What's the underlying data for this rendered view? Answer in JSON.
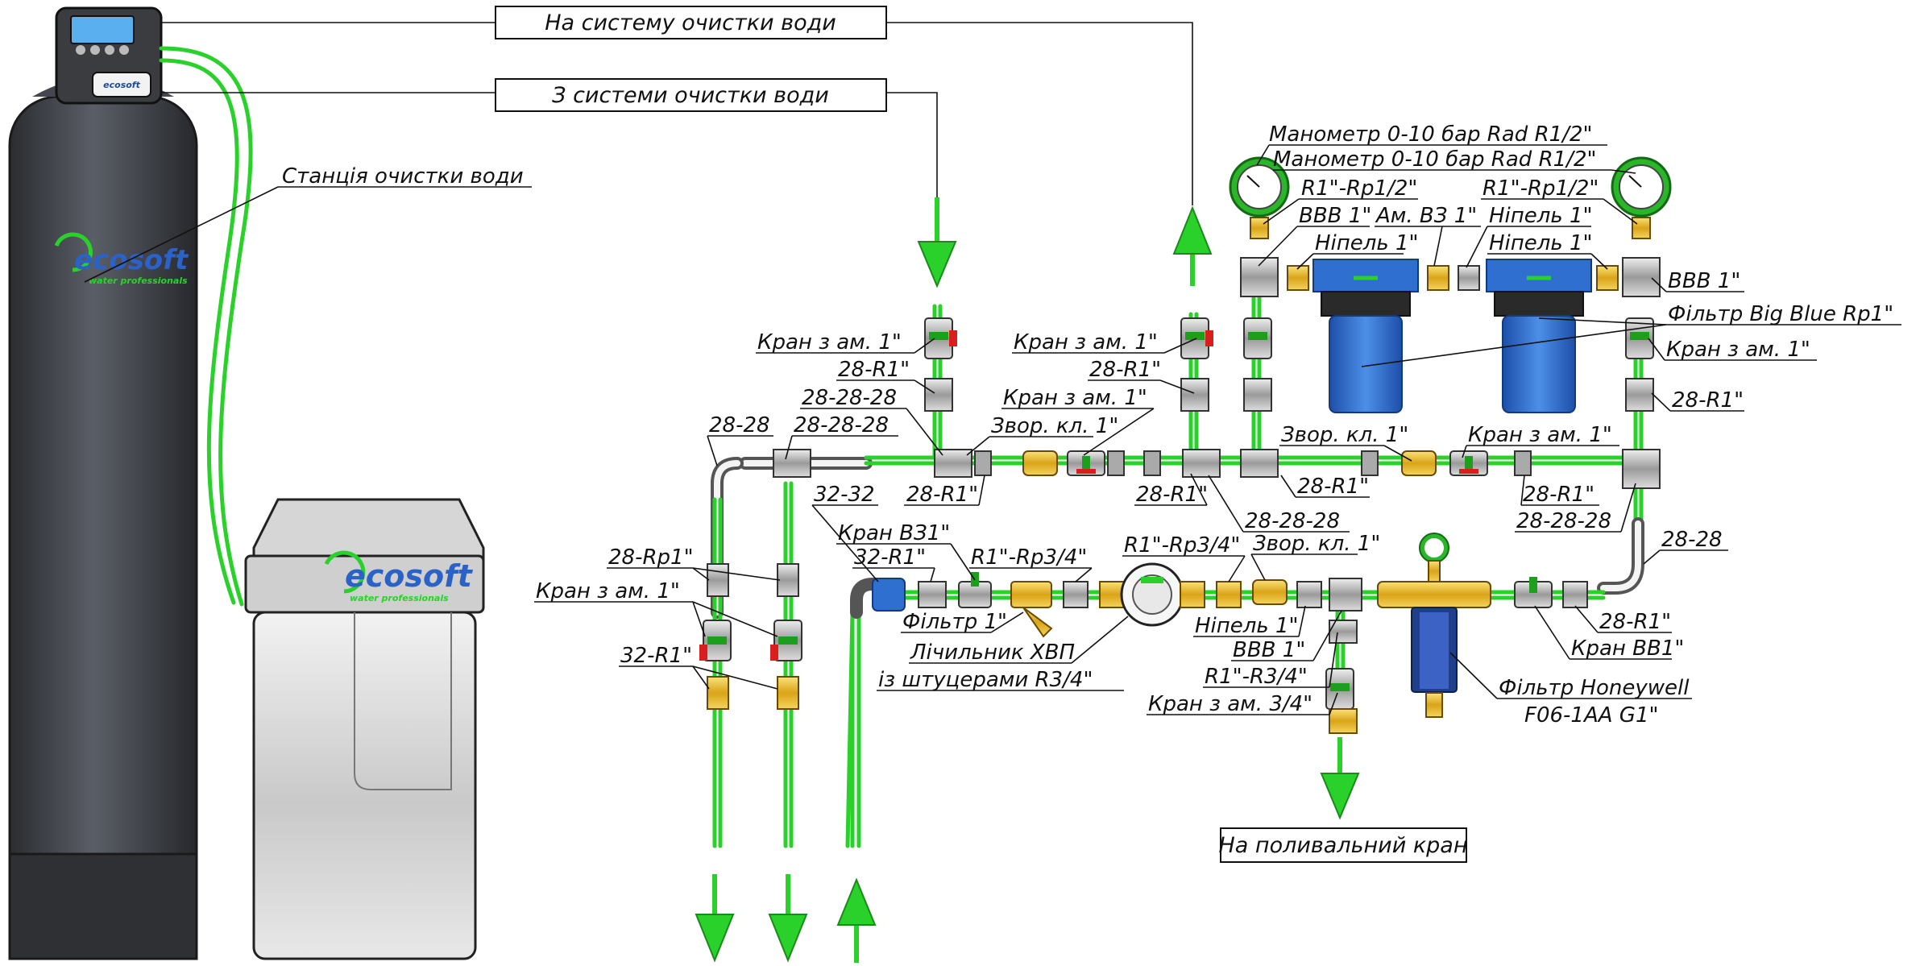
{
  "boxes": {
    "to_system": "На систему очистки води",
    "from_system": "З системи очистки води",
    "garden": "На поливальний кран"
  },
  "brand": {
    "name": "ecosoft",
    "tagline": "water professionals"
  },
  "labels": {
    "station": "Станція очистки води",
    "manometer_1": "Манометр 0-10 бар Rad R1/2\"",
    "manometer_2": "Манометр 0-10 бар Rad R1/2\"",
    "r1_rp12_left": "R1\"-Rp1/2\"",
    "r1_rp12_right": "R1\"-Rp1/2\"",
    "vvv_left": "ВВВ 1\"",
    "am_v3": "Ам. ВЗ 1\"",
    "nipel_left": "Ніпель 1\"",
    "nipel_right": "Ніпель 1\"",
    "nipel_lower": "Ніпель 1\"",
    "vvv_right": "ВВВ 1\"",
    "big_blue": "Фільтр Big Blue Rp1\"",
    "kran_am_1": "Кран з ам. 1\"",
    "kran_am_2": "Кран з ам. 1\"",
    "kran_am_3": "Кран з ам. 1\"",
    "kran_am_4": "Кран з ам. 1\"",
    "kran_am_5": "Кран з ам. 1\"",
    "kran_am_6": "Кран з ам. 1\"",
    "t28r1_a": "28-R1\"",
    "t28r1_b": "28-R1\"",
    "t28r1_c": "28-R1\"",
    "t28r1_d": "28-R1\"",
    "t28r1_e": "28-R1\"",
    "t28r1_f": "28-R1\"",
    "t28r1_g": "28-R1\"",
    "tee_282828_a": "28-28-28",
    "tee_282828_b": "28-28-28",
    "tee_282828_c": "28-28-28",
    "tee_282828_d": "28-28-28",
    "elbow_2828_left": "28-28",
    "elbow_2828_right": "28-28",
    "zvor_1": "Звор. кл. 1\"",
    "zvor_2": "Звор. кл. 1\"",
    "zvor_3": "Звор. кл. 1\"",
    "elbow_3232": "32-32",
    "kran_v31": "Кран ВЗ1\"",
    "r32_r1_top": "32-R1\"",
    "r1_rp34_a": "R1\"-Rp3/4\"",
    "r1_rp34_b": "R1\"-Rp3/4\"",
    "filter_1": "Фільтр 1\"",
    "meter_1": "Лічильник ХВП",
    "meter_2": "із штуцерами R3/4\"",
    "rp1_28": "28-Rp1\"",
    "r32_r1_bottom": "32-R1\"",
    "vvv_lower": "ВВВ 1\"",
    "r1_r34": "R1\"-R3/4\"",
    "kran_am_34": "Кран з ам. 3/4\"",
    "kran_vv1": "Кран ВВ1\"",
    "honeywell_1": "Фільтр Honeywell",
    "honeywell_2": "F06-1AA G1\""
  },
  "colors": {
    "pipe_green": "#2bd12b",
    "brass": "#e8b828",
    "valve_green": "#1e9e1e",
    "valve_red": "#d81e1e",
    "filter_blue": "#2f6fd0",
    "tank_dark": "#3b3e44",
    "softener_grey": "#cfcfcf",
    "gauge_green": "#2ab52a"
  }
}
